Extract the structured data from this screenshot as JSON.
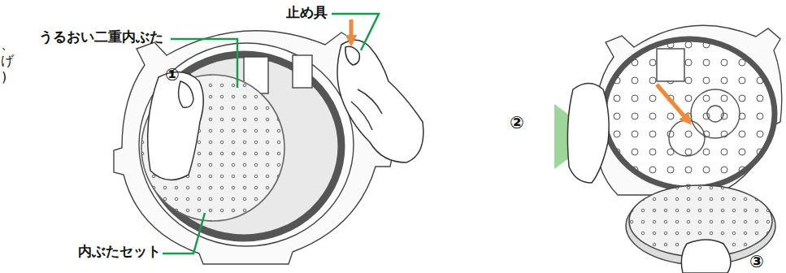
{
  "diagram": {
    "labels": [
      "止め具",
      "うるおい二重内ぶた",
      "内ぶたセット",
      "①",
      "②",
      "③",
      "、",
      "げ",
      ")"
    ]
  }
}
